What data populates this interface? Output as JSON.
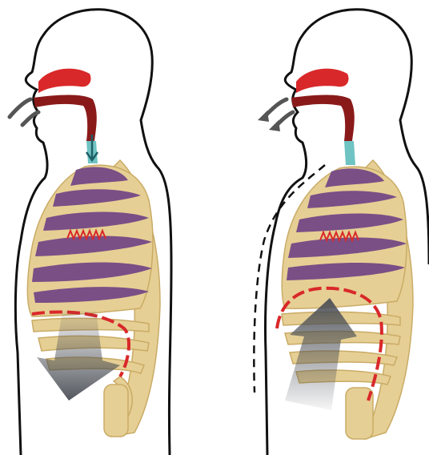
{
  "figure": {
    "panels": [
      {
        "id": "inhalation",
        "arrow_direction": "down"
      },
      {
        "id": "exhalation",
        "arrow_direction": "up"
      }
    ],
    "colors": {
      "outline": "#111111",
      "rib": "#e6cf94",
      "rib_edge": "#c9ab66",
      "lung": "#7a4f86",
      "airway_red": "#d9282a",
      "airway_dark": "#8a1a1a",
      "trachea": "#6fc3c3",
      "diaphragm": "#d9282a",
      "arrow_gray": "#4a4e55",
      "air_arrow": "#555555"
    }
  }
}
